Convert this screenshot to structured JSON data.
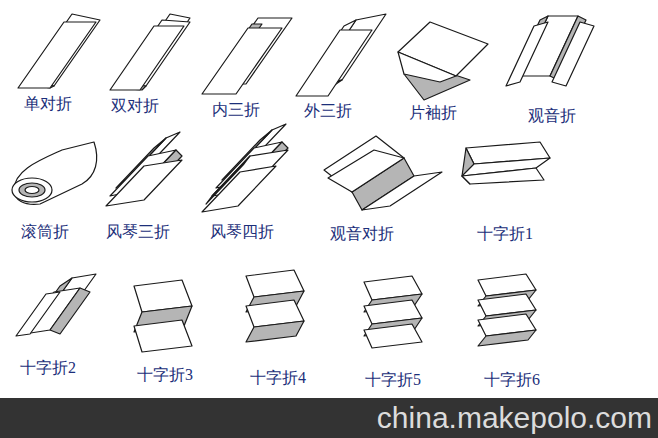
{
  "diagram": {
    "labels": [
      "单对折",
      "双对折",
      "内三折",
      "外三折",
      "片袖折",
      "观音折",
      "滚筒折",
      "风琴三折",
      "风琴四折",
      "观音对折",
      "十字折1",
      "十字折2",
      "十字折3",
      "十字折4",
      "十字折5",
      "十字折6",
      "china.makepolo.com"
    ]
  }
}
